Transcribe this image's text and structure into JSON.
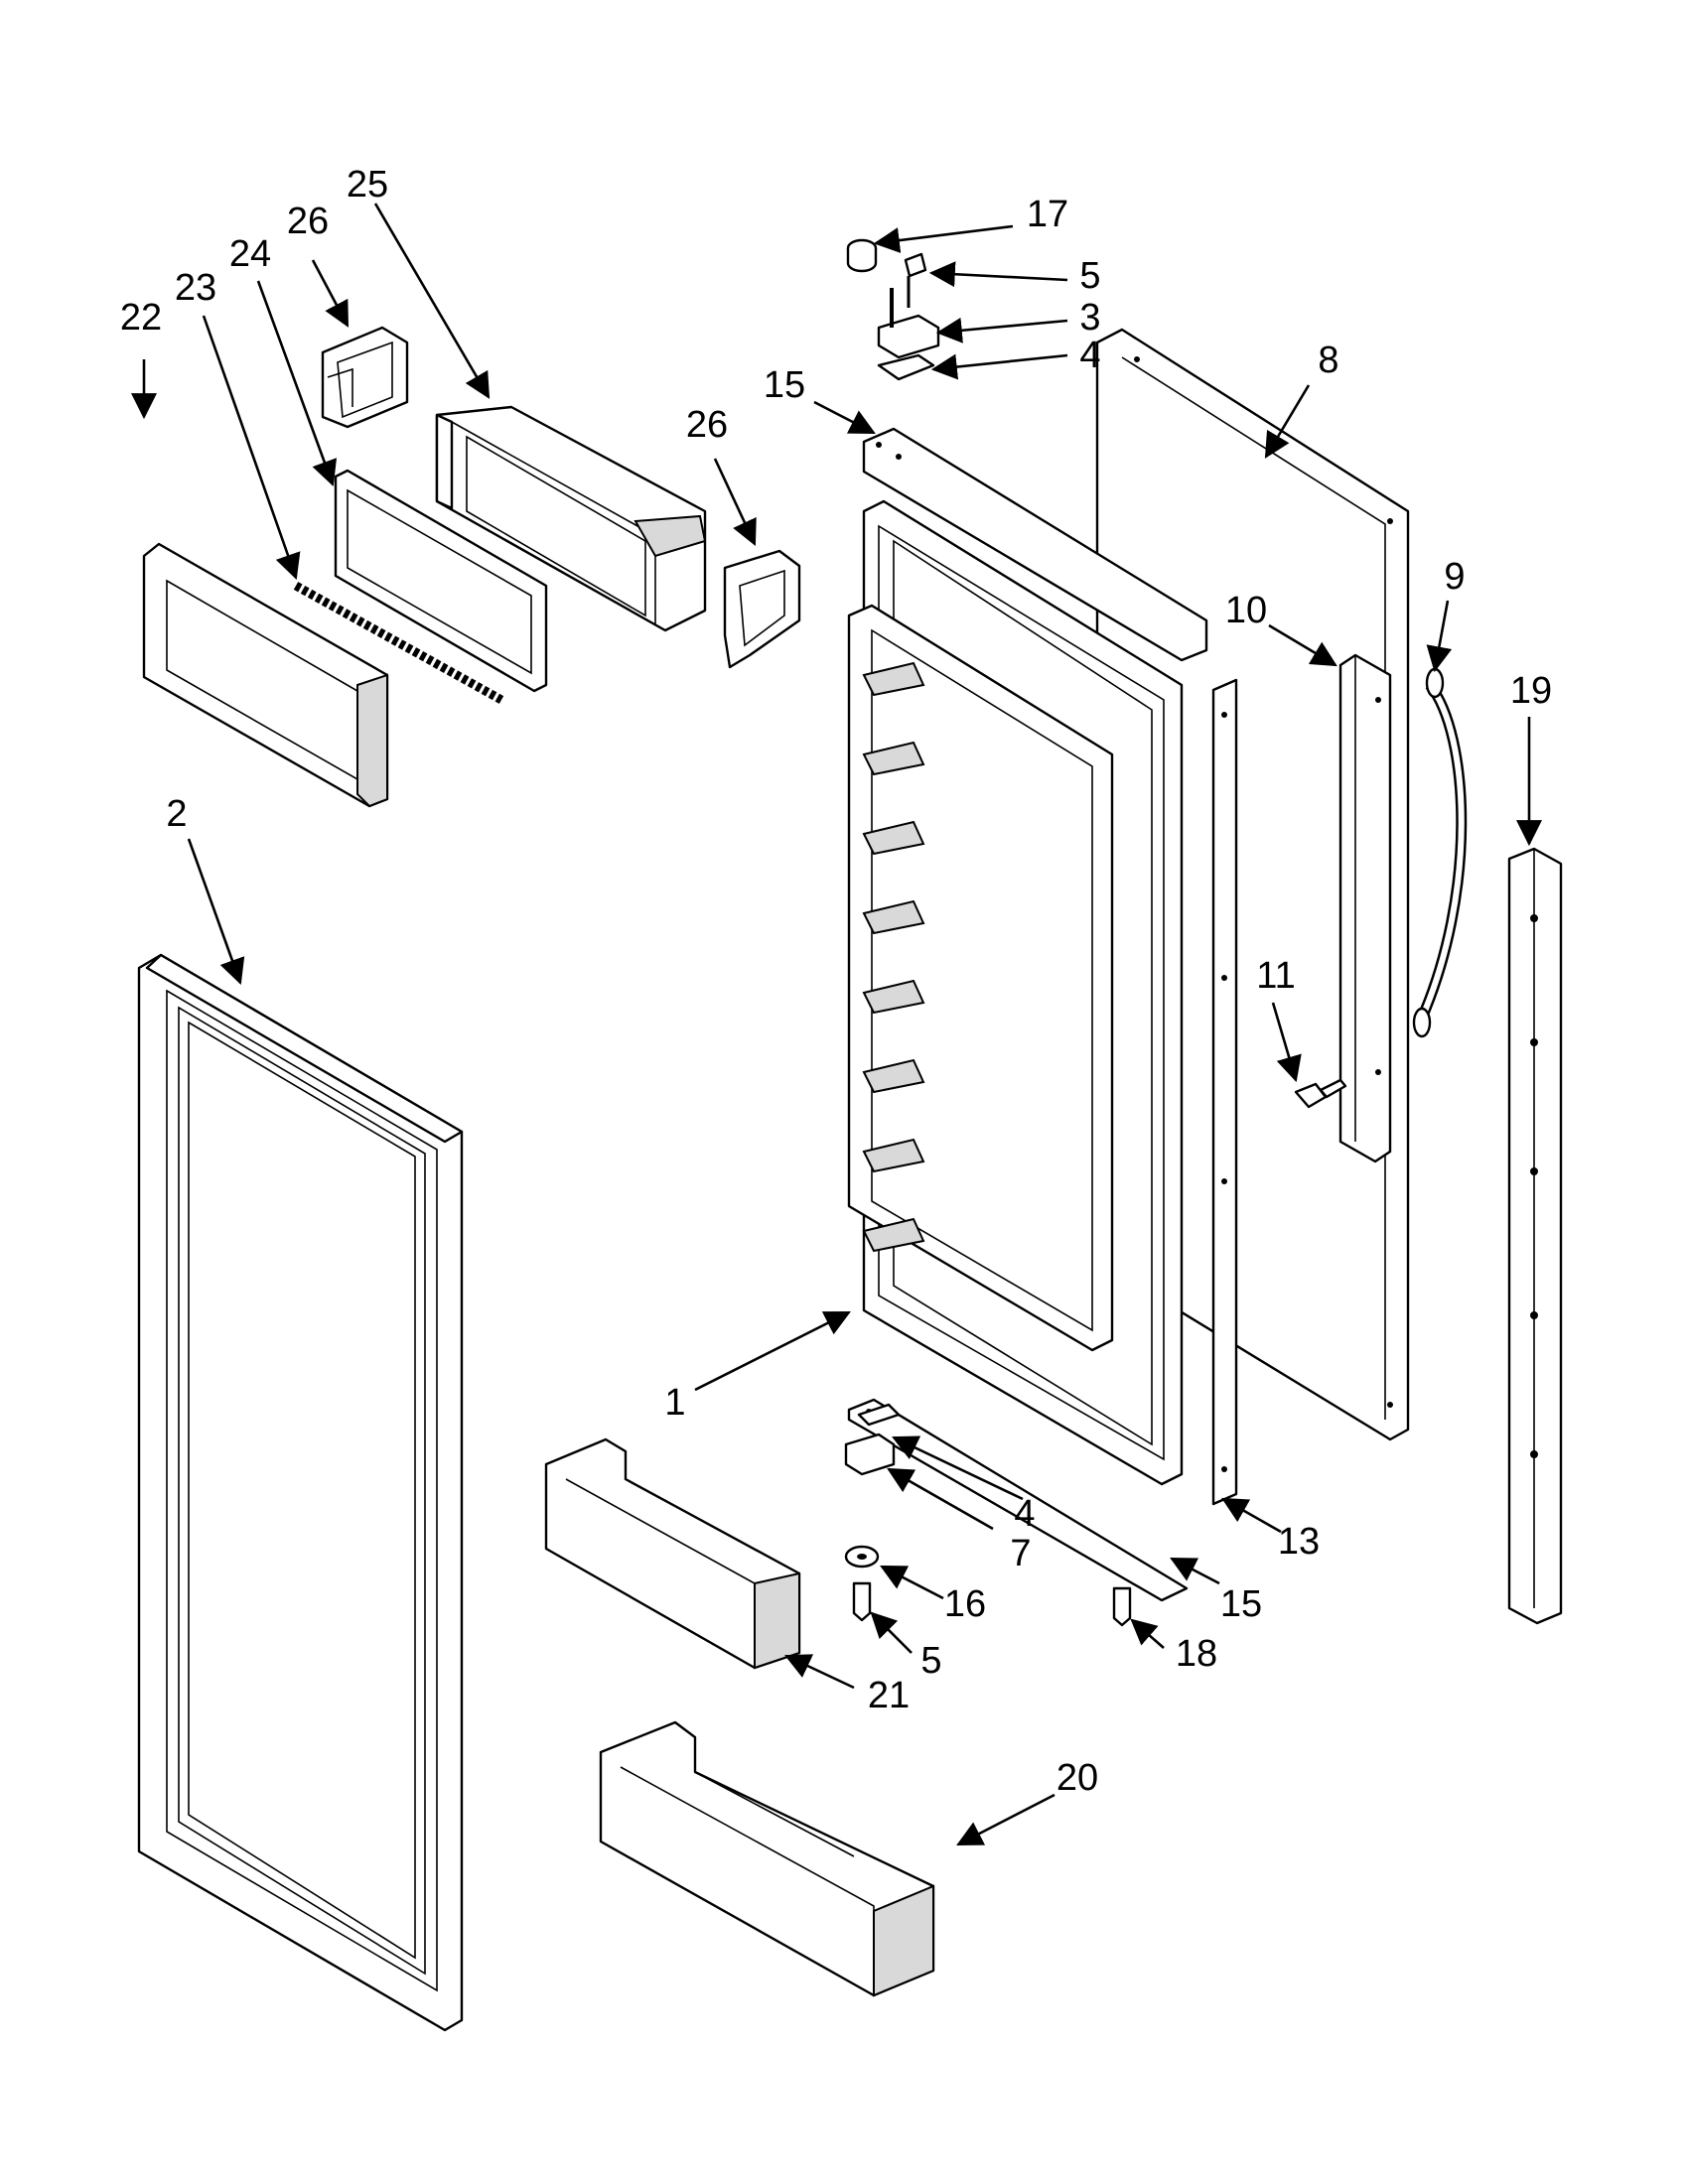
{
  "callouts": {
    "c1": "1",
    "c2": "2",
    "c3": "3",
    "c4a": "4",
    "c4b": "4",
    "c5a": "5",
    "c5b": "5",
    "c7": "7",
    "c8": "8",
    "c9": "9",
    "c10": "10",
    "c11": "11",
    "c13": "13",
    "c15a": "15",
    "c15b": "15",
    "c16": "16",
    "c17": "17",
    "c18": "18",
    "c19": "19",
    "c20": "20",
    "c21": "21",
    "c22": "22",
    "c23": "23",
    "c24": "24",
    "c25": "25",
    "c26a": "26",
    "c26b": "26"
  },
  "colors": {
    "line": "#000000",
    "background": "#ffffff",
    "shade": "#d9d9d9"
  }
}
